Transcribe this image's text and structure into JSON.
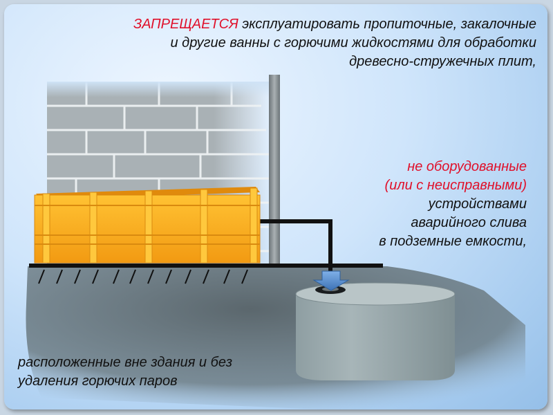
{
  "top_text": {
    "prohibited_word": "ЗАПРЕЩАЕТСЯ",
    "line1_rest": " эксплуатировать пропиточные, закалочные",
    "line2": "и другие ванны с горючими жидкостями для обработки",
    "line3": "древесно-стружечных плит,"
  },
  "right_text": {
    "line1": "не оборудованные",
    "line2": "(или с неисправными)",
    "line3": "устройствами",
    "line4": "аварийного слива",
    "line5": "в подземные емкости,"
  },
  "bottom_text": {
    "line1": "расположенные вне здания и без",
    "line2": "удаления горючих паров"
  },
  "colors": {
    "warning_red": "#e0102a",
    "bath_orange": "#f5a81c",
    "pipe_black": "#111111",
    "tank_gray": "#9aa8ab",
    "arrow_blue": "#4f86c6"
  }
}
